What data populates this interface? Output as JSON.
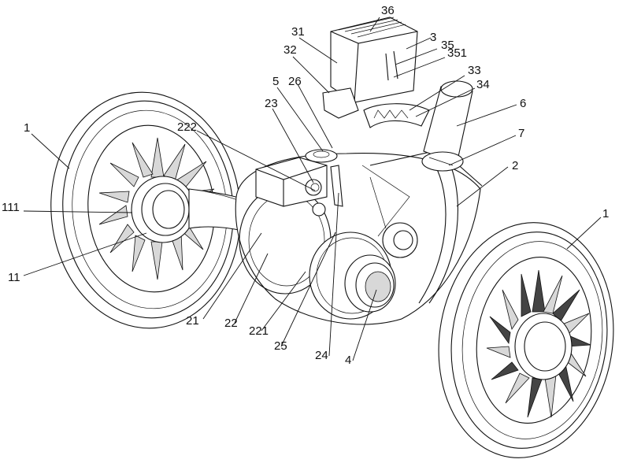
{
  "labels": {
    "l36": "36",
    "l31": "31",
    "l3": "3",
    "l35": "35",
    "l32": "32",
    "l351": "351",
    "l33": "33",
    "l34": "34",
    "l5": "5",
    "l26": "26",
    "l6": "6",
    "l23": "23",
    "l222": "222",
    "l7": "7",
    "l1_left": "1",
    "l2": "2",
    "l1_right": "1",
    "l111": "111",
    "l11": "11",
    "l21": "21",
    "l22": "22",
    "l221": "221",
    "l25": "25",
    "l24": "24",
    "l4": "4"
  }
}
